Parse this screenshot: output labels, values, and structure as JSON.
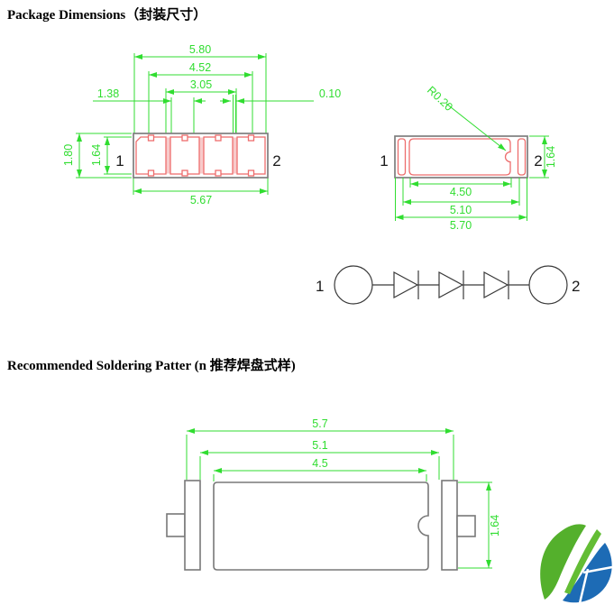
{
  "titles": {
    "package": "Package Dimensions（封装尺寸）",
    "soldering": "Recommended Soldering Patter (n 推荐焊盘式样)"
  },
  "colors": {
    "dimension_green": "#30dd30",
    "pad_red": "#ed6d6d",
    "outline_gray": "#7e7e7e",
    "logo_green": "#54b02c",
    "logo_blue": "#1d6bb5"
  },
  "side_view": {
    "pin1": "1",
    "pin2": "2",
    "width_total": "5.80",
    "width_outer_pads": "4.52",
    "width_inner_pads": "3.05",
    "pad_width": "1.38",
    "gap": "0.10",
    "height_total": "1.80",
    "height_pads": "1.64",
    "body_width": "5.67"
  },
  "top_view": {
    "pin1": "1",
    "pin2": "2",
    "notch_radius": "R0.20",
    "height": "1.64",
    "pad_span_inner": "4.50",
    "pad_span_mid": "5.10",
    "pad_span_outer": "5.70"
  },
  "schematic": {
    "pin1": "1",
    "pin2": "2",
    "diode_count": 3
  },
  "pattern": {
    "span_outer": "5.7",
    "span_mid": "5.1",
    "span_inner": "4.5",
    "height": "1.64"
  }
}
